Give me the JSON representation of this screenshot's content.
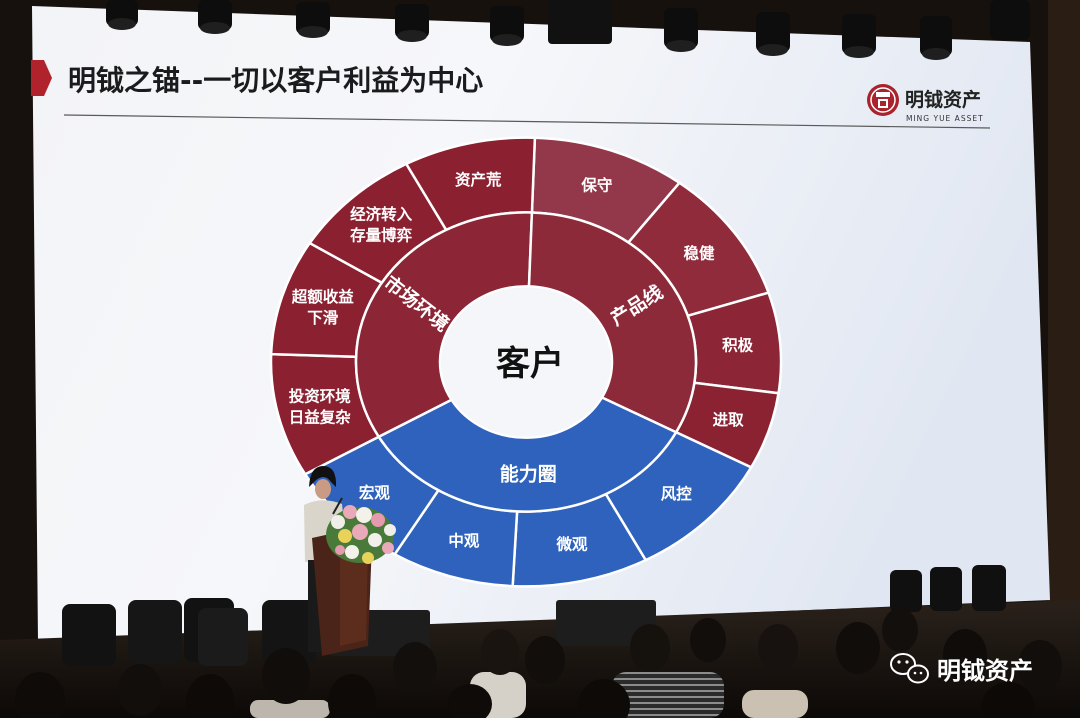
{
  "slide": {
    "title": "明钺之锚--一切以客户利益为中心",
    "title_marker_icon": "red-chevron-icon",
    "logo_icon": "company-seal-icon",
    "logo_name": "明钺资产",
    "logo_subtitle": "MING YUE ASSET",
    "accent_color": "#b0232d"
  },
  "diagram": {
    "center_label": "客户",
    "inner": [
      {
        "label": "市场环境",
        "color": "#8c2535"
      },
      {
        "label": "产品线",
        "color": "#8d2a39"
      },
      {
        "label": "能力圈",
        "color": "#2f62bd"
      }
    ],
    "outer": [
      {
        "lines": [
          "保守"
        ],
        "color": "#93384a"
      },
      {
        "lines": [
          "稳健"
        ],
        "color": "#8f2b3b"
      },
      {
        "lines": [
          "积极"
        ],
        "color": "#8c2535"
      },
      {
        "lines": [
          "进取"
        ],
        "color": "#8a2232"
      },
      {
        "lines": [
          "风控"
        ],
        "color": "#2f62bd"
      },
      {
        "lines": [
          "微观"
        ],
        "color": "#2f62bd"
      },
      {
        "lines": [
          "中观"
        ],
        "color": "#2f62bd"
      },
      {
        "lines": [
          "宏观"
        ],
        "color": "#2f62bd"
      },
      {
        "lines": [
          "投资环境",
          "日益复杂"
        ],
        "color": "#8a2030"
      },
      {
        "lines": [
          "超额收益",
          "下滑"
        ],
        "color": "#8a2030"
      },
      {
        "lines": [
          "经济转入",
          "存量博弈"
        ],
        "color": "#8a2030"
      },
      {
        "lines": [
          "资产荒"
        ],
        "color": "#8a2030"
      }
    ]
  },
  "watermark": {
    "icon": "wechat-icon",
    "text": "明钺资产"
  }
}
